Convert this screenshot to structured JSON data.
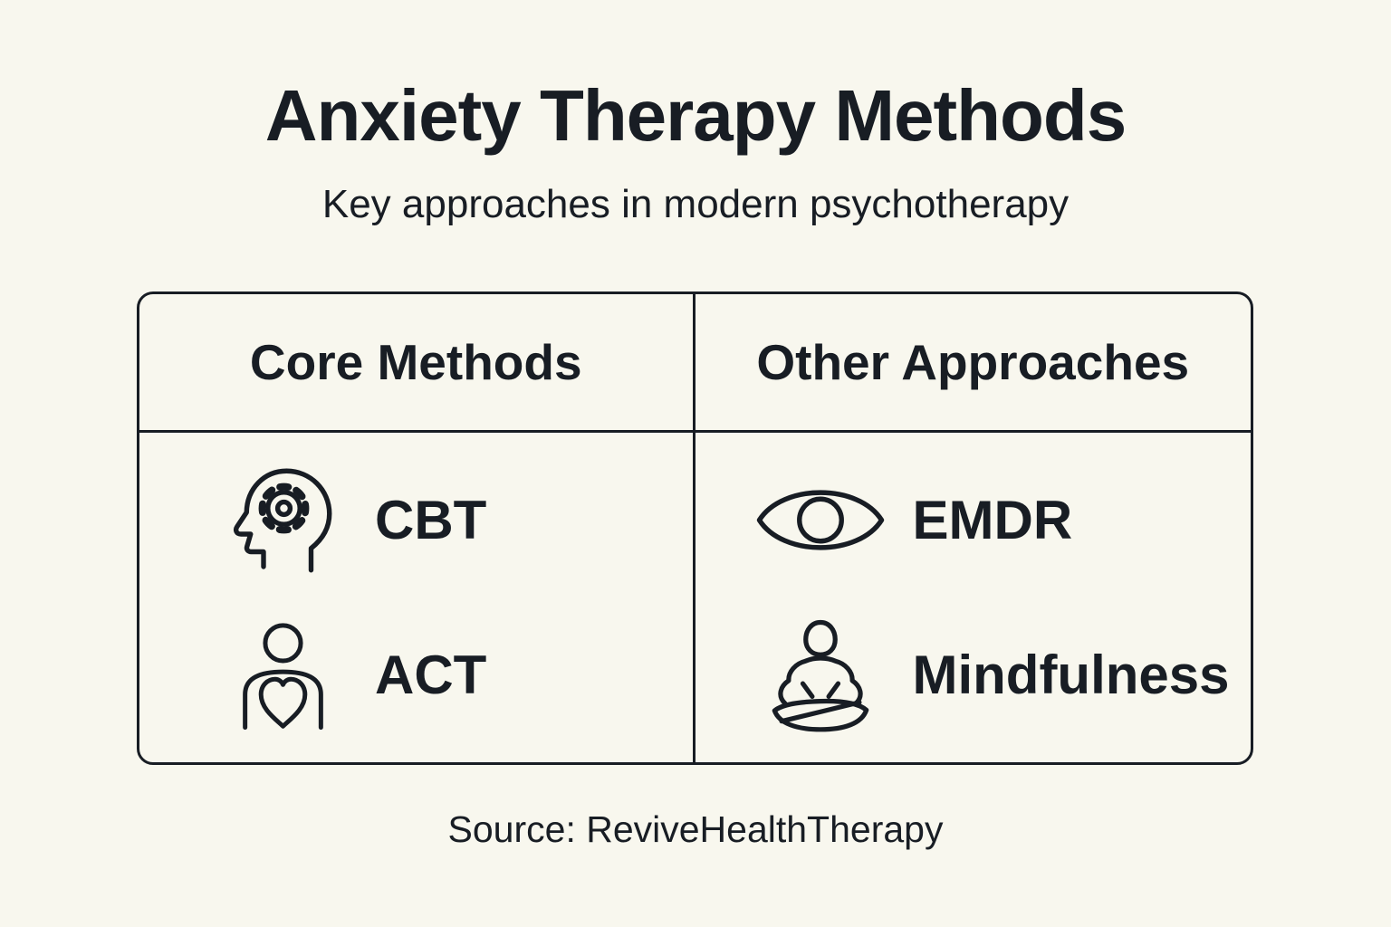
{
  "page": {
    "background_color": "#f8f7ee",
    "ink_color": "#181d24"
  },
  "header": {
    "title": "Anxiety Therapy Methods",
    "subtitle": "Key approaches in modern psychotherapy"
  },
  "table": {
    "columns": [
      {
        "header": "Core Methods",
        "items": [
          {
            "icon": "head-gear-icon",
            "label": "CBT"
          },
          {
            "icon": "person-heart-icon",
            "label": "ACT"
          }
        ]
      },
      {
        "header": "Other Approaches",
        "items": [
          {
            "icon": "eye-icon",
            "label": "EMDR"
          },
          {
            "icon": "meditation-icon",
            "label": "Mindfulness"
          }
        ]
      }
    ]
  },
  "footer": {
    "source": "Source: ReviveHealthTherapy"
  }
}
